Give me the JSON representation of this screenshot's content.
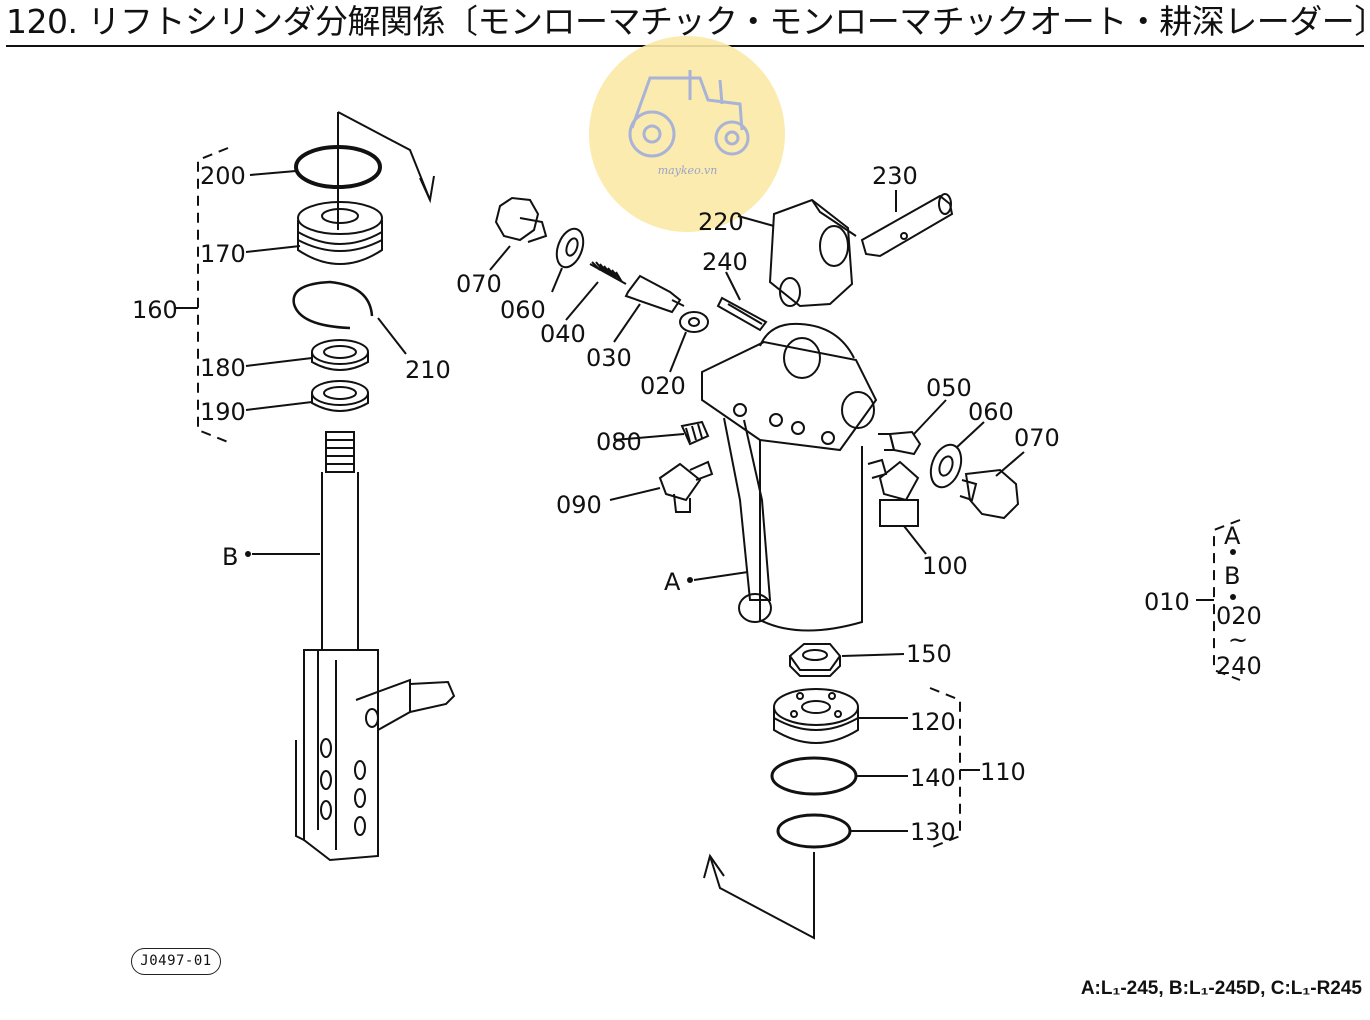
{
  "title": "120. リフトシリンダ分解関係〔モンローマチック・モンローマチックオート・耕深レーダー〕",
  "watermark": {
    "text": "maykeo.vn",
    "icon": "tractor-icon",
    "color": "#fbe9a6"
  },
  "drawing_code": "J0497-01",
  "footer_note": "A:L₁-245, B:L₁-245D, C:L₁-R245",
  "labels": {
    "p200": "200",
    "p170": "170",
    "p160": "160",
    "p210": "210",
    "p180": "180",
    "p190": "190",
    "pB_left": "B",
    "p070_top": "070",
    "p060_top": "060",
    "p040": "040",
    "p030": "030",
    "p020": "020",
    "p220": "220",
    "p230": "230",
    "p240": "240",
    "p080": "080",
    "p090": "090",
    "pA": "A",
    "p050": "050",
    "p060_right": "060",
    "p070_right": "070",
    "p100": "100",
    "p150": "150",
    "p120": "120",
    "p140": "140",
    "p110": "110",
    "p130": "130",
    "p010": "010"
  },
  "legend_bracket": {
    "a": "A",
    "b": "B",
    "from": "020",
    "tilde": "~",
    "to": "240"
  }
}
